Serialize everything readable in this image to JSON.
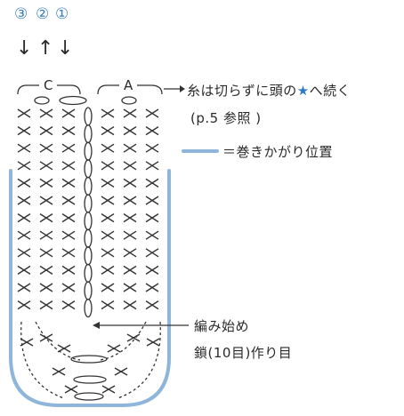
{
  "header": {
    "circled_numbers": [
      "③",
      "②",
      "①"
    ],
    "arrows": [
      "↓",
      "↑",
      "↓"
    ],
    "labels": {
      "left": "C",
      "right": "A"
    }
  },
  "note": {
    "line1_before_star": "糸は切らずに頭の",
    "star": "★",
    "line1_after_star": "へ続く",
    "line2": "(p.5 参照 )"
  },
  "legend": {
    "text": "＝巻きかがり位置",
    "color": "#8fb6da"
  },
  "start": {
    "line1": "編み始め",
    "line2": "鎖(10目)作り目"
  },
  "colors": {
    "ink": "#333333",
    "accent": "#2f78c8",
    "seam": "#8fb6da"
  }
}
